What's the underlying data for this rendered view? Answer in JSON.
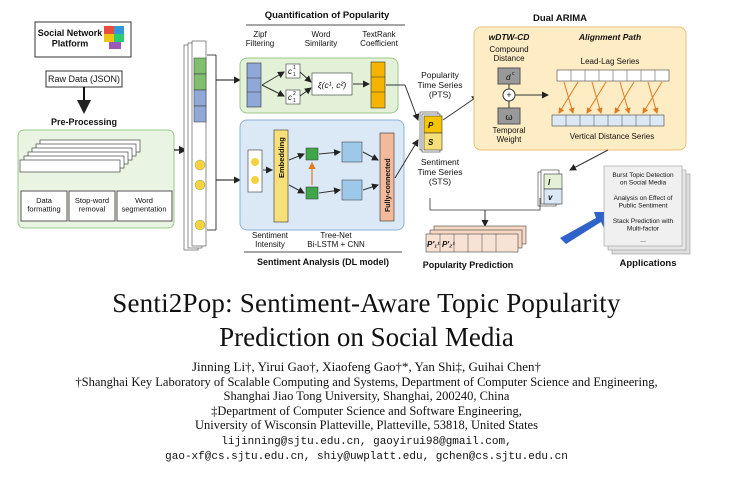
{
  "figure": {
    "social_network_platform": "Social Network\nPlatform",
    "raw_data": "Raw Data (JSON)",
    "pre_processing": "Pre-Processing",
    "step_data_formatting": "Data\nformatting",
    "step_stopword_removal": "Stop-word\nremoval",
    "step_word_segmentation": "Word\nsegmentation",
    "quantification_title": "Quantification of Popularity",
    "zipf_filtering": "Zipf\nFiltering",
    "word_similarity": "Word\nSimilarity",
    "textrank_coefficient": "TextRank\nCoefficient",
    "similarity_formula": "ξ(c¹, c²)",
    "c_top": "c",
    "c_bottom": "c",
    "popularity_time_series": "Popularity\nTime Series\n(PTS)",
    "p1": "P",
    "s1": "S",
    "sentiment_time_series": "Sentiment\nTime Series\n(STS)",
    "embedding": "Embedding",
    "fully_connected": "Fully-connected",
    "sentiment_intensity": "Sentiment\nIntensity",
    "tree_net": "Tree-Net\nBi-LSTM + CNN",
    "sentiment_analysis_title": "Sentiment Analysis (DL model)",
    "dual_arima_title": "Dual ARIMA",
    "wdtw_cd": "wDTW-CD",
    "compound_distance": "Compound\nDistance",
    "dc_label": "d",
    "omega_label": "ω",
    "temporal_weight": "Temporal\nWeight",
    "alignment_path": "Alignment Path",
    "lead_lag_series": "Lead-Lag  Series",
    "vertical_distance_series": "Vertical Distance  Series",
    "l1": "l",
    "v1": "v",
    "popularity_prediction": "Popularity Prediction",
    "pred_label": "P'₁¹ P'₂¹",
    "applications_title": "Applications",
    "applications": [
      "Burst Topic Detection\non Social Media",
      "Analysis on Effect of\nPublic Sentiment",
      "Stack Prediction with\nMulti-factor",
      "..."
    ]
  },
  "paper": {
    "title_line1": "Senti2Pop: Sentiment-Aware Topic Popularity",
    "title_line2": "Prediction on Social Media",
    "authors": "Jinning Li†, Yirui Gao†, Xiaofeng Gao†*, Yan Shi‡, Guihai Chen†",
    "affil1_line1": "†Shanghai Key Laboratory of Scalable Computing and Systems, Department of Computer Science and Engineering,",
    "affil1_line2": "Shanghai Jiao Tong University, Shanghai, 200240, China",
    "affil2_line1": "‡Department of Computer Science and Software Engineering,",
    "affil2_line2": "University of Wisconsin Platteville, Platteville, 53818, United States",
    "emails_line1": "lijinning@sjtu.edu.cn, gaoyirui98@gmail.com,",
    "emails_line2": "gao-xf@cs.sjtu.edu.cn, shiy@uwplatt.edu, gchen@cs.sjtu.edu.cn"
  }
}
